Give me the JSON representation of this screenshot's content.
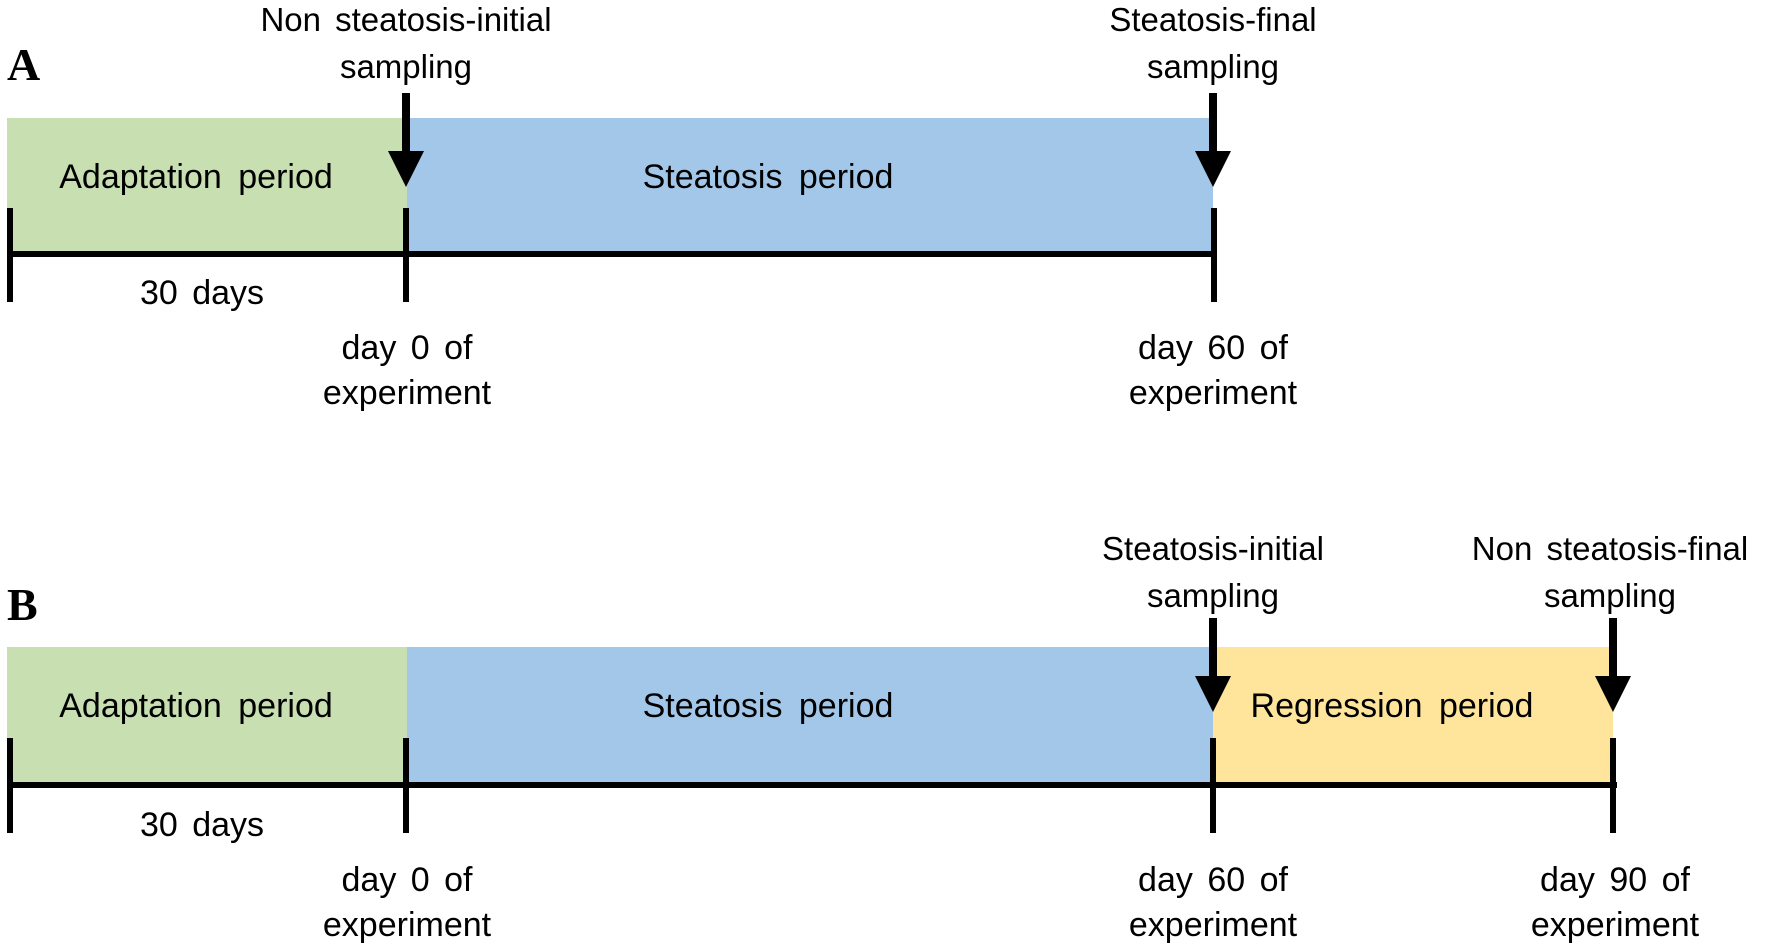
{
  "diagram": {
    "colors": {
      "adaptation": "#c7dfb1",
      "steatosis": "#a3c7e8",
      "regression": "#ffe59c",
      "axis": "#000000"
    },
    "panel_a": {
      "letter": "A",
      "sampling_labels": [
        {
          "line1": "Non steatosis-initial",
          "line2": "sampling"
        },
        {
          "line1": "Steatosis-final",
          "line2": "sampling"
        }
      ],
      "periods": [
        {
          "label": "Adaptation period",
          "color": "#c7dfb1"
        },
        {
          "label": "Steatosis period",
          "color": "#a3c7e8"
        }
      ],
      "duration_label": "30 days",
      "day_labels": [
        {
          "line1": "day 0 of",
          "line2": "experiment"
        },
        {
          "line1": "day 60 of",
          "line2": "experiment"
        }
      ]
    },
    "panel_b": {
      "letter": "B",
      "sampling_labels": [
        {
          "line1": "Steatosis-initial",
          "line2": "sampling"
        },
        {
          "line1": "Non steatosis-final",
          "line2": "sampling"
        }
      ],
      "periods": [
        {
          "label": "Adaptation period",
          "color": "#c7dfb1"
        },
        {
          "label": "Steatosis period",
          "color": "#a3c7e8"
        },
        {
          "label": "Regression period",
          "color": "#ffe59c"
        }
      ],
      "duration_label": "30 days",
      "day_labels": [
        {
          "line1": "day 0 of",
          "line2": "experiment"
        },
        {
          "line1": "day 60 of",
          "line2": "experiment"
        },
        {
          "line1": "day 90 of",
          "line2": "experiment"
        }
      ]
    }
  }
}
